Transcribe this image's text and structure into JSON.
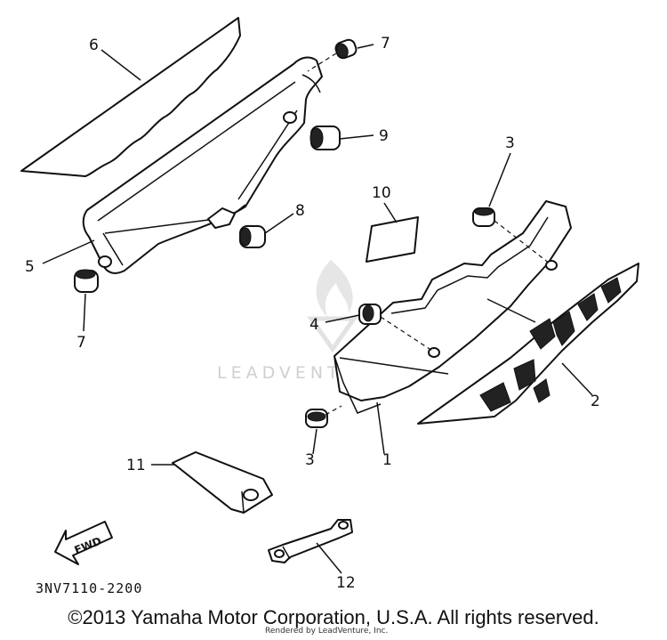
{
  "callouts": {
    "c1": "1",
    "c2": "2",
    "c3_top": "3",
    "c3_bottom": "3",
    "c4": "4",
    "c5": "5",
    "c6": "6",
    "c7_top": "7",
    "c7_bottom": "7",
    "c8": "8",
    "c9": "9",
    "c10": "10",
    "c11": "11",
    "c12": "12"
  },
  "fwd_label": "FWD",
  "part_code": "3NV7110-2200",
  "watermark": "LEADVENTURE",
  "footer": {
    "copyright": "©2013 Yamaha Motor Corporation, U.S.A. All rights reserved.",
    "rendered_by": "Rendered by LeadVenture, Inc."
  }
}
